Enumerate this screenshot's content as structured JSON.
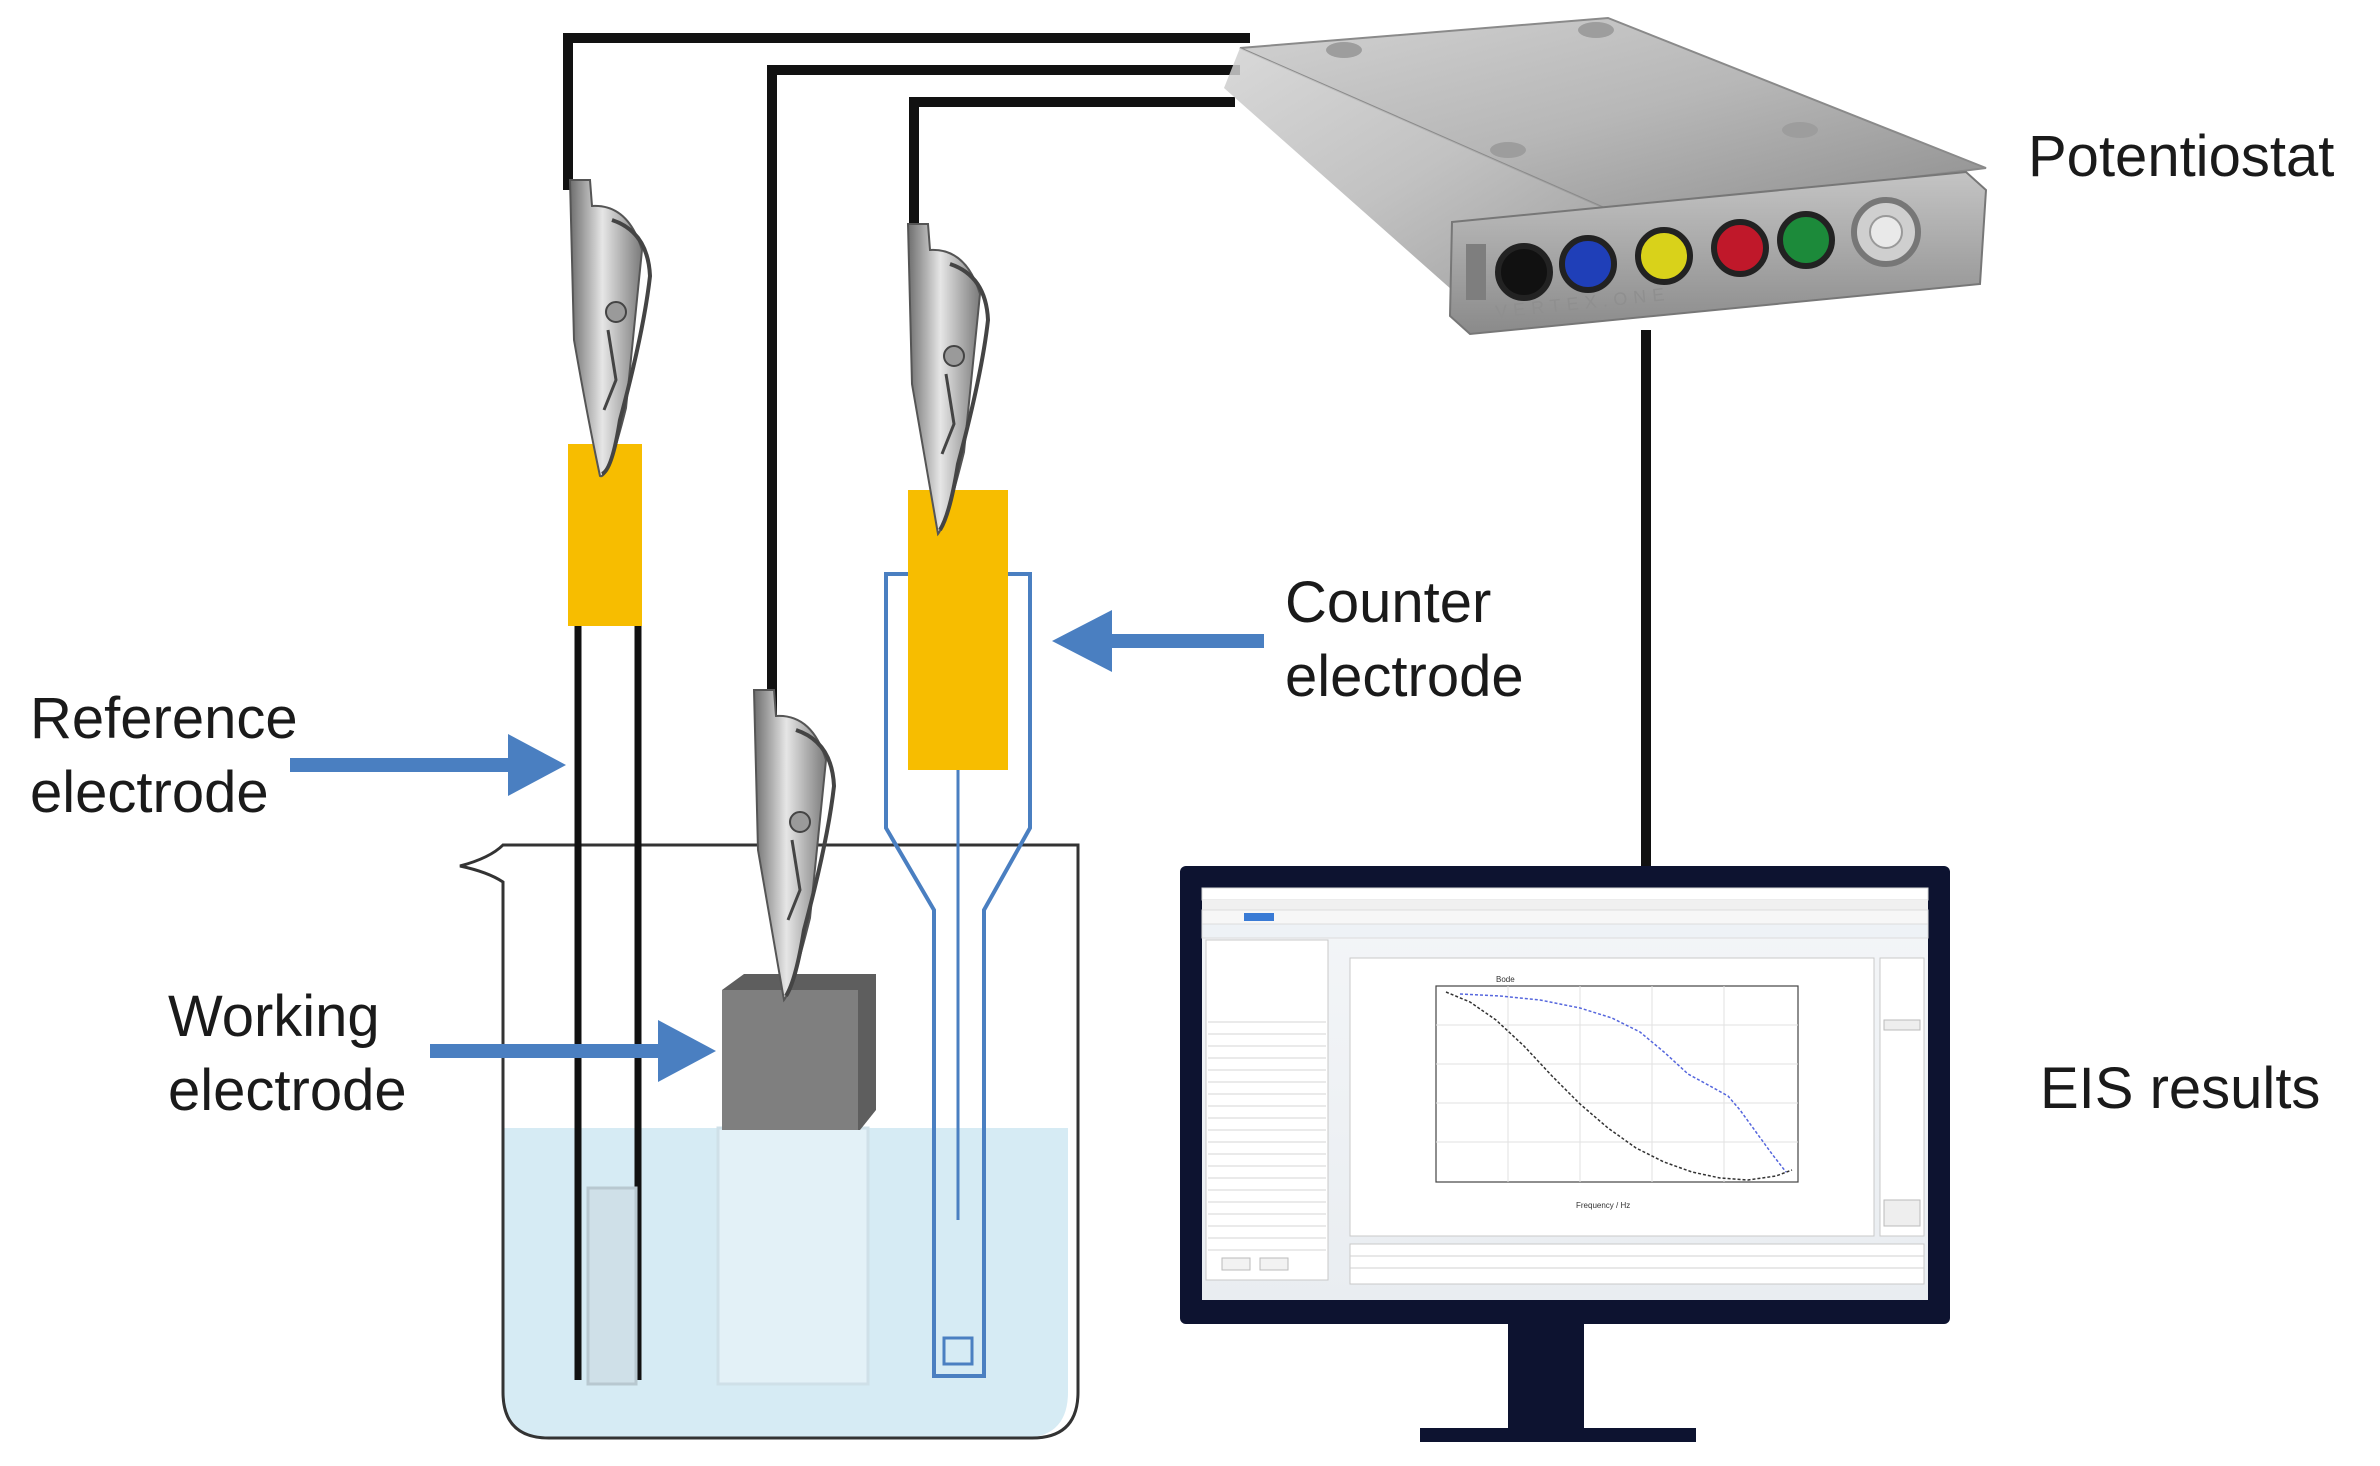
{
  "labels": {
    "potentiostat": "Potentiostat",
    "counter_electrode": [
      "Counter",
      "electrode"
    ],
    "reference_electrode": [
      "Reference",
      "electrode"
    ],
    "working_electrode": [
      "Working",
      "electrode"
    ],
    "eis_results": "EIS results"
  },
  "device": {
    "brand_text": "VERTEX.ONE",
    "port_colors": [
      "#111111",
      "#1f3fb8",
      "#d9d21a",
      "#c0182a",
      "#1c8a3a"
    ]
  },
  "colors": {
    "arrow": "#4a7fc1",
    "clip_pad": "#f7bd00",
    "solution": "#d6ebf4",
    "glass_outline": "#4a7fc1",
    "wire": "#111111",
    "working_electrode": "#7f7f7f"
  }
}
